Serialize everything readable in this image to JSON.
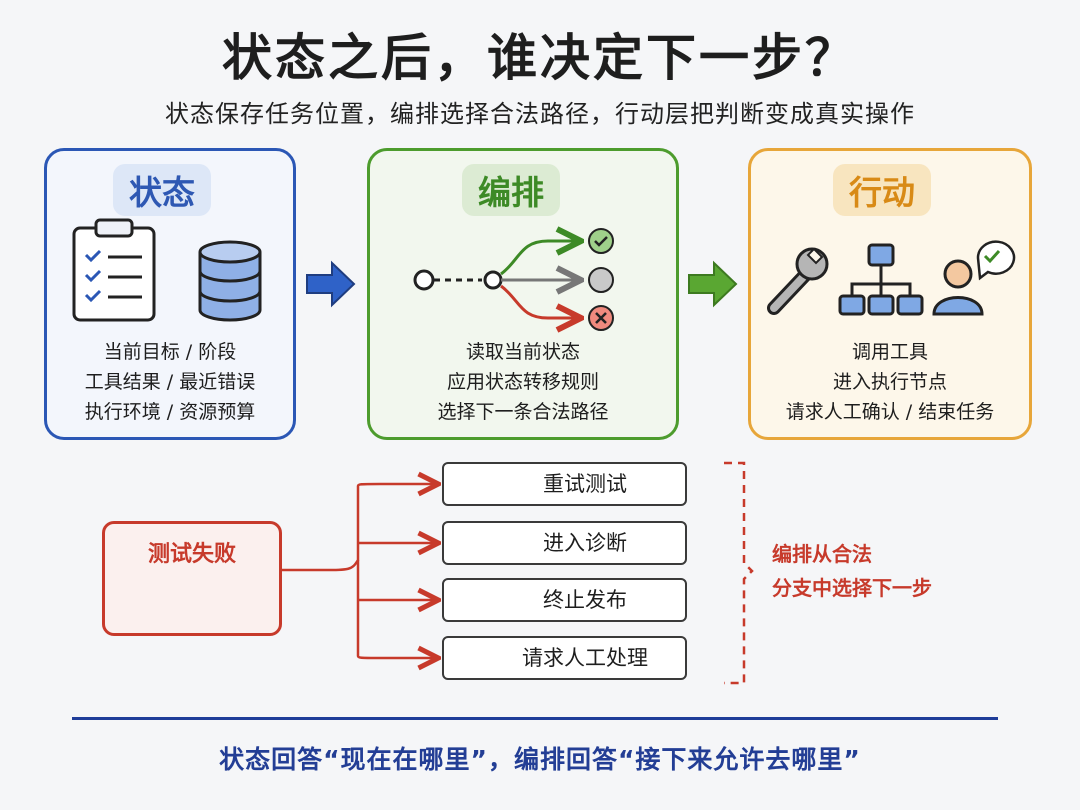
{
  "title": "状态之后，谁决定下一步？",
  "subtitle": "状态保存任务位置，编排选择合法路径，行动层把判断变成真实操作",
  "panels": {
    "state": {
      "title": "状态",
      "lines": [
        "当前目标 / 阶段",
        "工具结果 / 最近错误",
        "执行环境 / 资源预算"
      ]
    },
    "orchestration": {
      "title": "编排",
      "lines": [
        "读取当前状态",
        "应用状态转移规则",
        "选择下一条合法路径"
      ]
    },
    "action": {
      "title": "行动",
      "lines": [
        "调用工具",
        "进入执行节点",
        "请求人工确认 / 结束任务"
      ]
    }
  },
  "failure": {
    "label": "测试失败",
    "options": [
      {
        "label": "重试测试",
        "icon": "refresh-icon"
      },
      {
        "label": "进入诊断",
        "icon": "stethoscope-icon"
      },
      {
        "label": "终止发布",
        "icon": "stop-sign-icon"
      },
      {
        "label": "请求人工处理",
        "icon": "person-icon"
      }
    ],
    "note": [
      "编排从合法",
      "分支中选择下一步"
    ]
  },
  "bottom_text": "状态回答“现在在哪里”，编排回答“接下来允许去哪里”",
  "colors": {
    "blue": "#2b57b5",
    "green": "#4d9c2d",
    "orange": "#e7a63a",
    "red": "#c73a2b",
    "navy": "#233e95"
  }
}
